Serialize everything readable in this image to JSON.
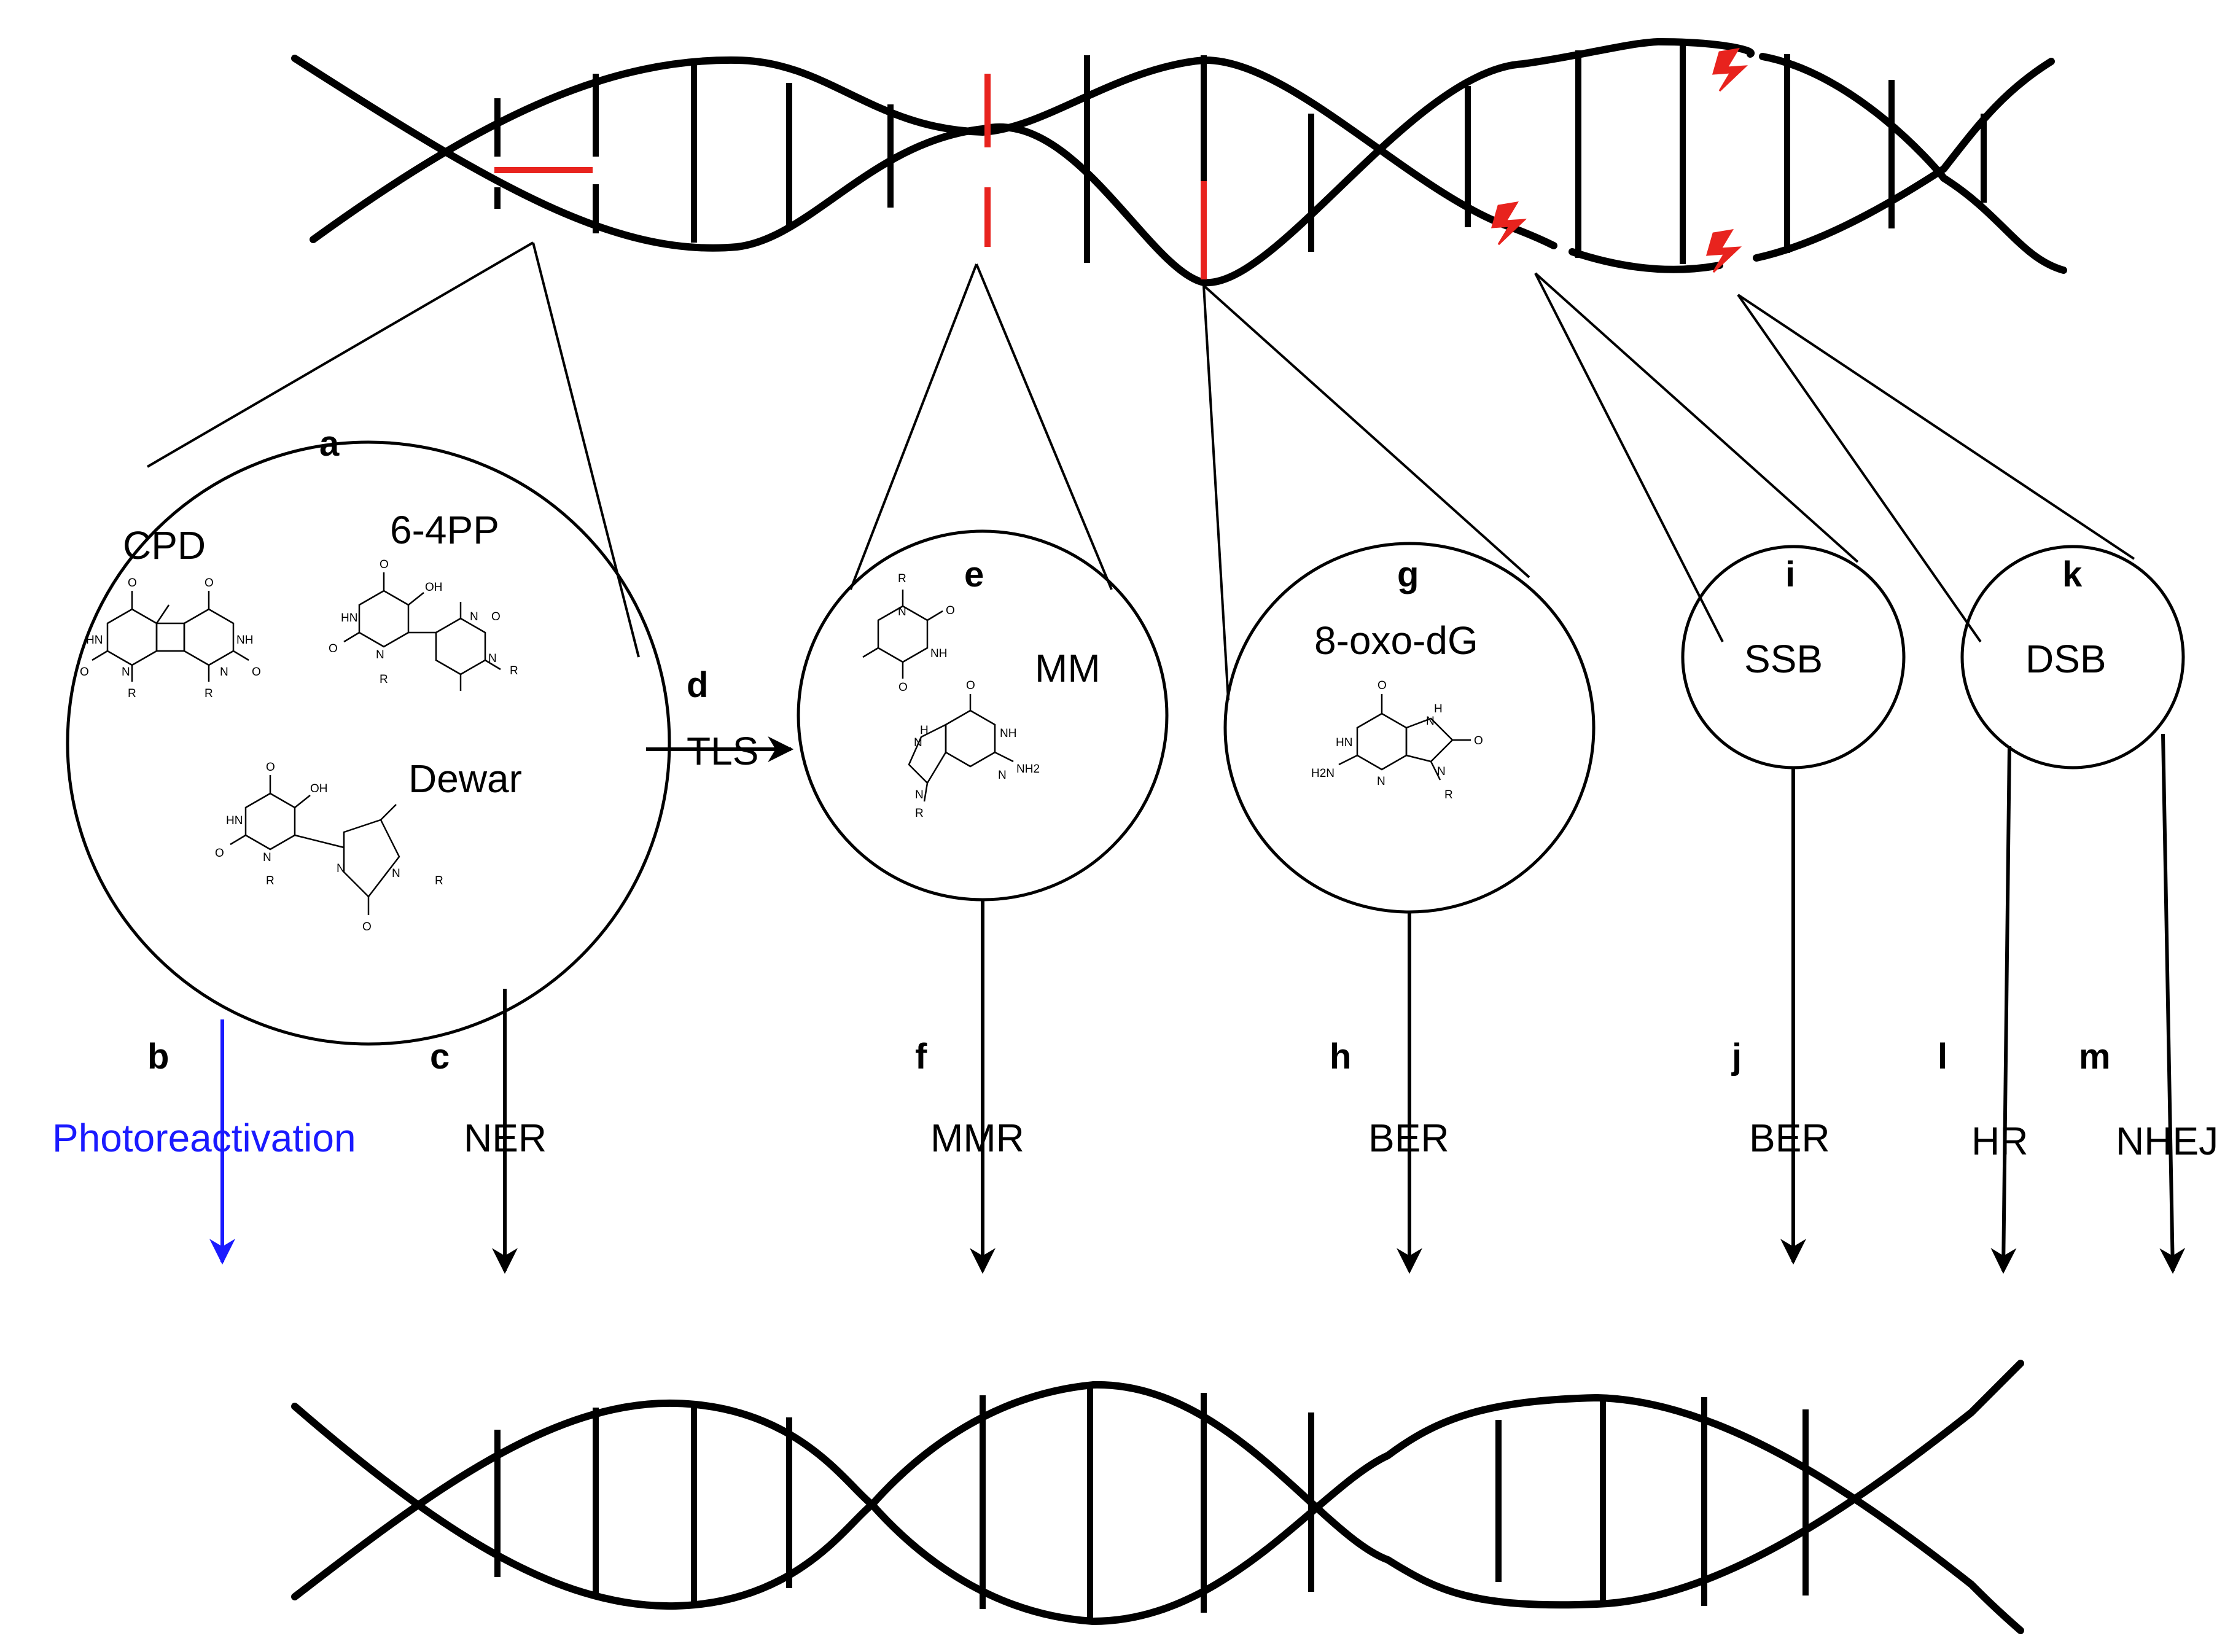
{
  "panels": {
    "a": {
      "letter": "a",
      "items": [
        "CPD",
        "6-4PP",
        "Dewar"
      ]
    },
    "b": {
      "letter": "b",
      "text": "Photoreactivation"
    },
    "c": {
      "letter": "c",
      "text": "NER"
    },
    "d": {
      "letter": "d",
      "text": "TLS"
    },
    "e": {
      "letter": "e",
      "text": "MM"
    },
    "f": {
      "letter": "f",
      "text": "MMR"
    },
    "g": {
      "letter": "g",
      "text": "8-oxo-dG"
    },
    "h": {
      "letter": "h",
      "text": "BER"
    },
    "i": {
      "letter": "i",
      "text": "SSB"
    },
    "j": {
      "letter": "j",
      "text": "BER"
    },
    "k": {
      "letter": "k",
      "text": "DSB"
    },
    "l": {
      "letter": "l",
      "text": "HR"
    },
    "m": {
      "letter": "m",
      "text": "NHEJ"
    }
  },
  "chem_labels": {
    "nh": "NH",
    "hn": "HN",
    "n": "N",
    "o": "O",
    "oh": "OH",
    "r": "R",
    "h": "H",
    "nh2": "NH2",
    "h2n": "H2N"
  },
  "colors": {
    "ink": "#000000",
    "damage": "#e8231e",
    "photoreactivation": "#1a1aff"
  }
}
